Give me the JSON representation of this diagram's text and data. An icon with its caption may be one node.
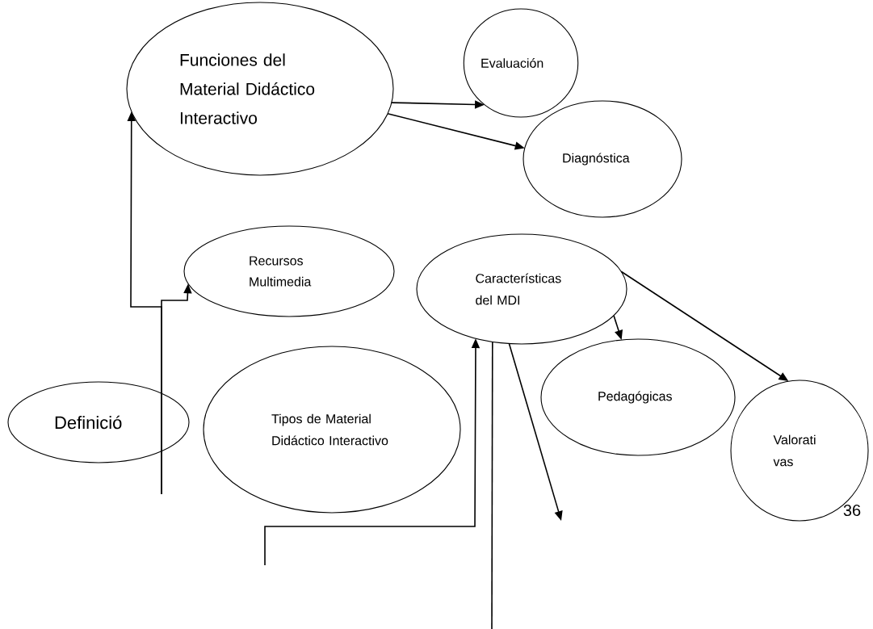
{
  "diagram": {
    "nodes": [
      {
        "text": [
          "Funciones del Material Didáctico Interactivo"
        ]
      },
      {
        "text": [
          "Evaluación"
        ]
      },
      {
        "text": [
          "Diagnóstica"
        ]
      },
      {
        "text": [
          "Recursos Multimedia"
        ]
      },
      {
        "text": [
          "Características del MDI"
        ]
      },
      {
        "text": [
          "Pedagógicas"
        ]
      },
      {
        "text": [
          "Definició"
        ]
      },
      {
        "text": [
          "Tipos de Material Didáctico Interactivo"
        ]
      },
      {
        "text": [
          "Valorati vas"
        ]
      }
    ],
    "edges": [
      {
        "from": 0,
        "to": 1,
        "arrow": "to"
      },
      {
        "from": 0,
        "to": 2,
        "arrow": "to"
      },
      {
        "from": null,
        "to": 0,
        "arrow": "to"
      },
      {
        "from": null,
        "to": 3,
        "arrow": "to"
      },
      {
        "from": null,
        "to": 4,
        "arrow": "to"
      },
      {
        "from": 4,
        "to": null,
        "arrow": "none"
      },
      {
        "from": 4,
        "to": null,
        "arrow": "to"
      },
      {
        "from": 4,
        "to": 5,
        "arrow": "to"
      },
      {
        "from": 4,
        "to": 8,
        "arrow": "to"
      }
    ],
    "labels": [
      "36"
    ]
  }
}
